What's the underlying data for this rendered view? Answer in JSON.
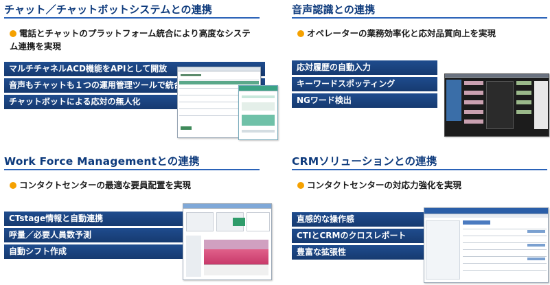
{
  "panels": [
    {
      "title": "チャット／チャットボットシステムとの連携",
      "feature": "電話とチャットのプラットフォーム統合により高度なシステム連携を実現",
      "bars": [
        "マルチチャネルACD機能をAPIとして開放",
        "音声もチャットも１つの運用管理ツールで統合",
        "チャットボットによる応対の無人化"
      ]
    },
    {
      "title": "音声認識との連携",
      "feature": "オペレーターの業務効率化と応対品質向上を実現",
      "bars": [
        "応対履歴の自動入力",
        "キーワードスポッティング",
        "NGワード検出"
      ]
    },
    {
      "title": "Work Force Managementとの連携",
      "feature": "コンタクトセンターの最適な要員配置を実現",
      "bars": [
        "CTstage情報と自動連携",
        "呼量／必要人員数予測",
        "自動シフト作成"
      ]
    },
    {
      "title": "CRMソリューションとの連携",
      "feature": "コンタクトセンターの対応力強化を実現",
      "bars": [
        "直感的な操作感",
        "CTIとCRMのクロスレポート",
        "豊富な拡張性"
      ]
    }
  ],
  "colors": {
    "title": "#0d3a7c",
    "bar": "#1f4c8e",
    "bullet": "#f5a100"
  }
}
